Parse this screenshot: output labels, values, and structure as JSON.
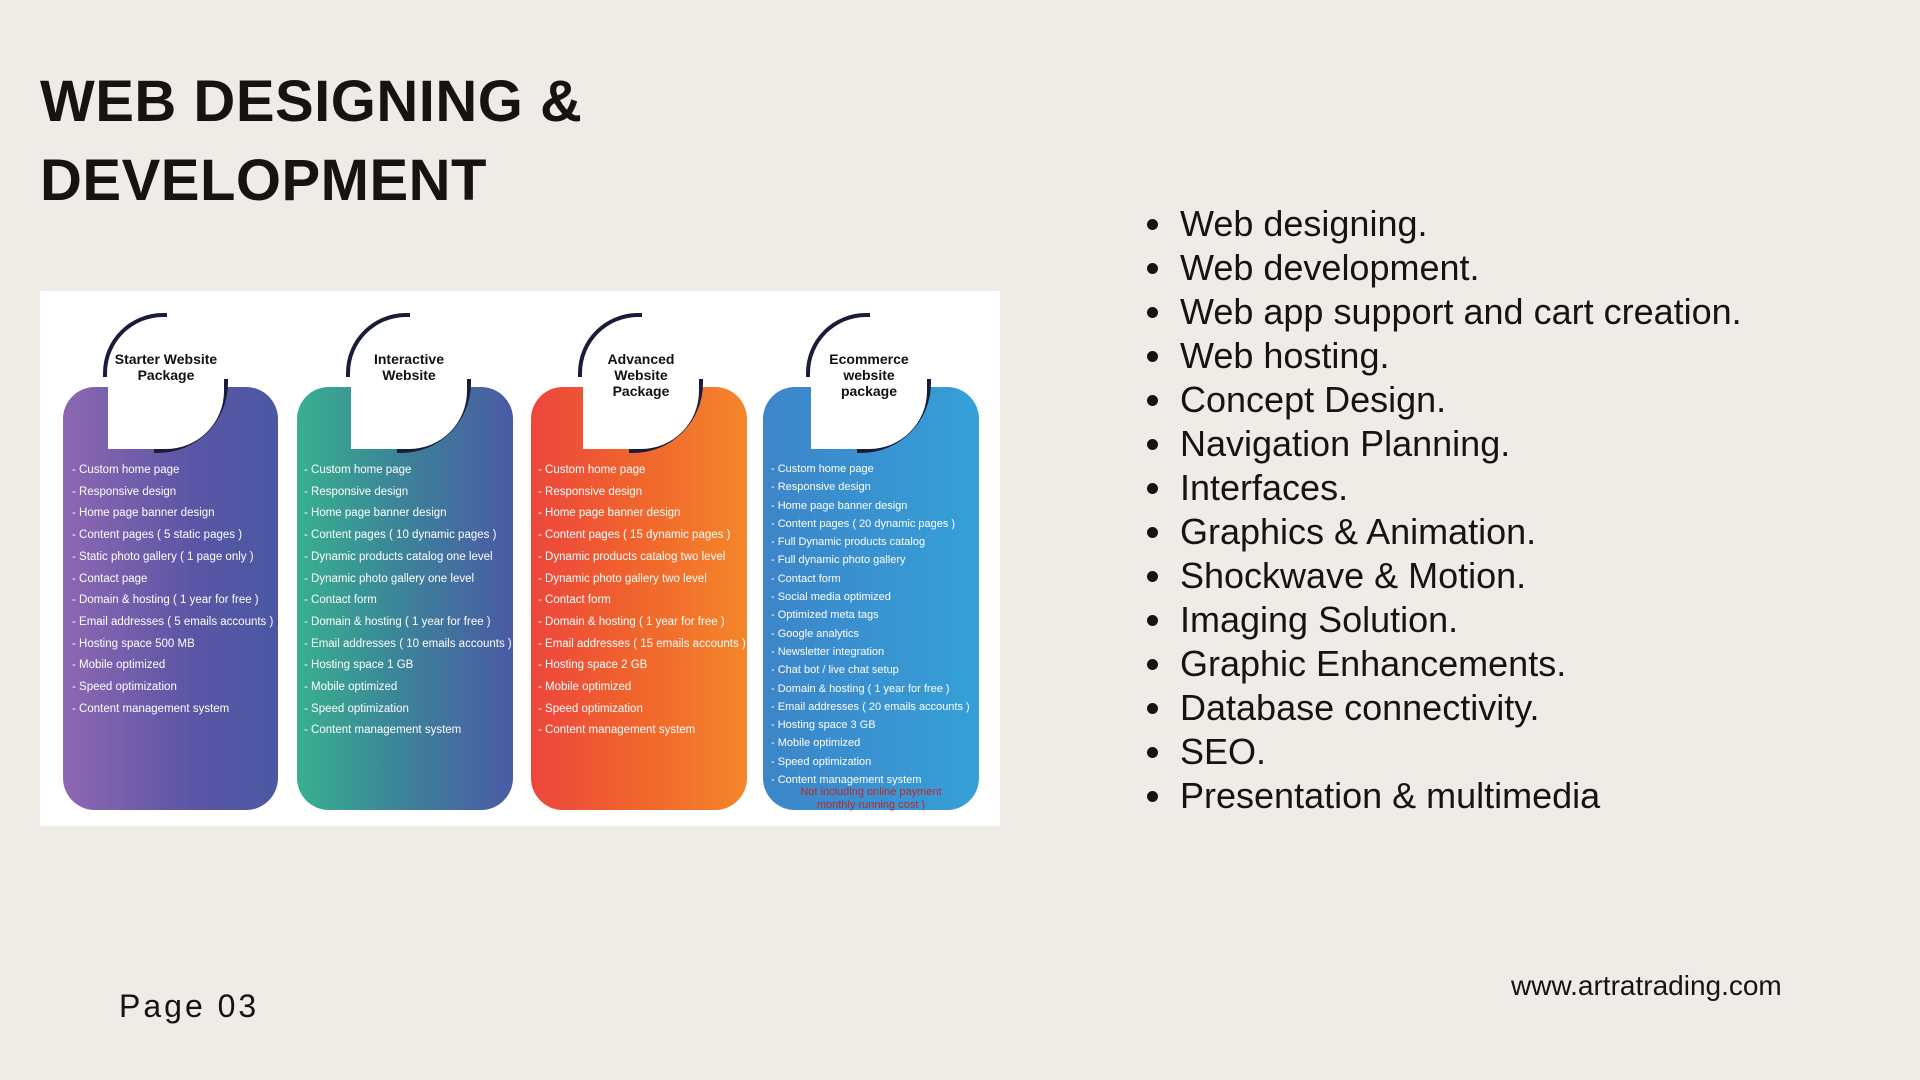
{
  "title": {
    "line1": "WEB DESIGNING &",
    "line2": "DEVELOPMENT"
  },
  "packages": [
    {
      "name": "Starter Website Package",
      "features": [
        "Custom home page",
        "Responsive design",
        "Home page banner design",
        "Content pages ( 5 static pages )",
        "Static photo gallery ( 1 page only )",
        "Contact page",
        "Domain & hosting ( 1 year for free )",
        "Email addresses ( 5 emails accounts )",
        "Hosting space 500 MB",
        "Mobile optimized",
        "Speed optimization",
        "Content management system"
      ]
    },
    {
      "name": "Interactive Website",
      "features": [
        "Custom home page",
        "Responsive design",
        "Home page banner design",
        "Content pages ( 10 dynamic pages )",
        "Dynamic products catalog one level",
        "Dynamic photo gallery one level",
        "Contact form",
        "Domain & hosting ( 1 year for free )",
        "Email addresses ( 10 emails accounts )",
        "Hosting space 1 GB",
        "Mobile optimized",
        "Speed optimization",
        "Content management system"
      ]
    },
    {
      "name": "Advanced Website Package",
      "features": [
        "Custom home page",
        "Responsive design",
        "Home page banner design",
        "Content pages ( 15 dynamic pages )",
        "Dynamic products catalog two level",
        "Dynamic photo gallery two level",
        "Contact form",
        "Domain & hosting ( 1 year for free )",
        "Email addresses ( 15 emails accounts )",
        "Hosting space 2 GB",
        "Mobile optimized",
        "Speed optimization",
        "Content management system"
      ]
    },
    {
      "name": "Ecommerce website package",
      "features": [
        "Custom home page",
        "Responsive design",
        "Home page banner design",
        "Content pages ( 20 dynamic pages )",
        "Full Dynamic products catalog",
        "Full dynamic photo gallery",
        "Contact form",
        "Social media optimized",
        "Optimized meta tags",
        "Google analytics",
        "Newsletter integration",
        "Chat bot / live chat setup",
        "Domain & hosting ( 1 year for free )",
        "Email addresses ( 20 emails accounts )",
        "Hosting space 3 GB",
        "Mobile optimized",
        "Speed optimization",
        "Content management system"
      ],
      "note_line1": "Not including online payment",
      "note_line2": "monthly running cost )"
    }
  ],
  "services": [
    "Web designing.",
    "Web development.",
    "Web app support and cart creation.",
    "Web hosting.",
    "Concept Design.",
    "Navigation Planning.",
    "Interfaces.",
    "Graphics & Animation.",
    "Shockwave & Motion.",
    "Imaging Solution.",
    "Graphic Enhancements.",
    "Database connectivity.",
    "SEO.",
    "Presentation & multimedia"
  ],
  "footer": {
    "page": "Page 03",
    "website": "www.artratrading.com"
  },
  "colors": {
    "background": "#efece8",
    "starter": "#6f5fac",
    "interactive": "#3b8698",
    "advanced": "#f0622d",
    "ecommerce": "#35a0d8",
    "note": "#c4252a"
  }
}
